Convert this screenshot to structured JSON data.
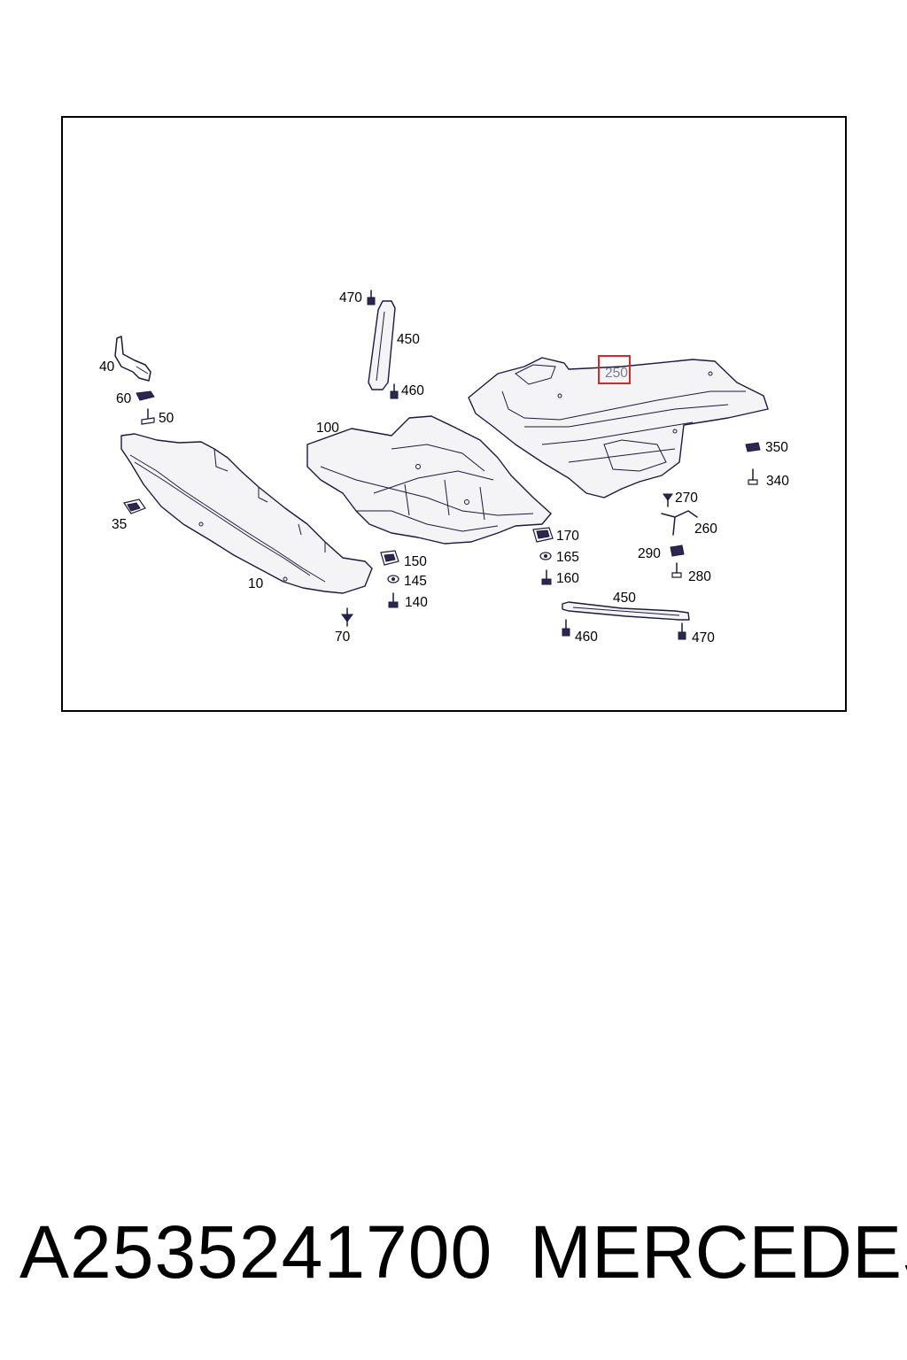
{
  "diagram": {
    "labels": {
      "p470a": "470",
      "p450a": "450",
      "p460a": "460",
      "p40": "40",
      "p60": "60",
      "p50": "50",
      "p100": "100",
      "p250": "250",
      "p350": "350",
      "p340": "340",
      "p35": "35",
      "p10": "10",
      "p70": "70",
      "p150": "150",
      "p145": "145",
      "p140": "140",
      "p170": "170",
      "p165": "165",
      "p160": "160",
      "p270": "270",
      "p260": "260",
      "p290": "290",
      "p280": "280",
      "p450b": "450",
      "p460b": "460",
      "p470b": "470"
    },
    "highlight_color": "#d62828"
  },
  "footer": {
    "part_number": "A2535241700",
    "brand": "MERCEDES"
  }
}
